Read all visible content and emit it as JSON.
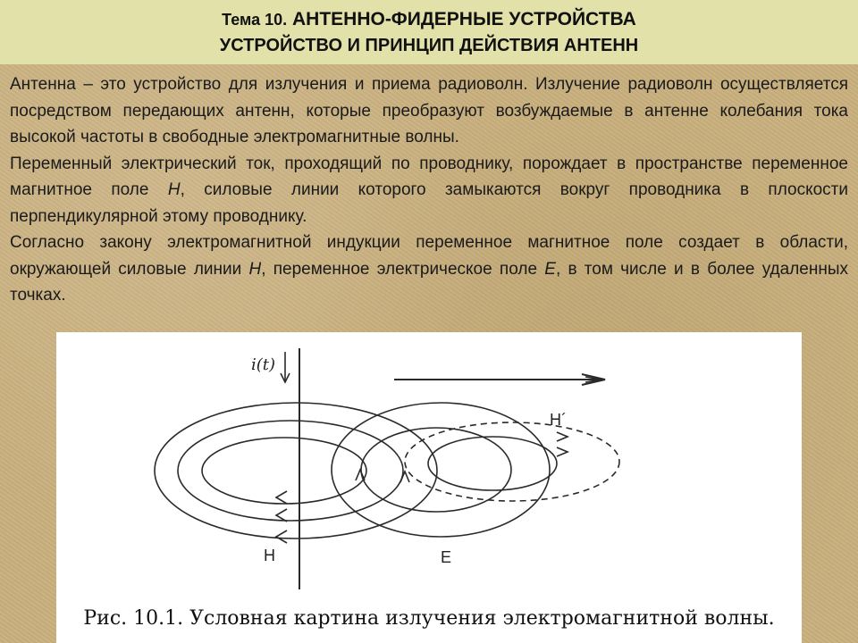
{
  "header": {
    "title_prefix": "Тема 10.",
    "title_main": "АНТЕННО-ФИДЕРНЫЕ УСТРОЙСТВА",
    "subtitle": "УСТРОЙСТВО И ПРИНЦИП ДЕЙСТВИЯ АНТЕНН"
  },
  "body": {
    "p1": "Антенна – это устройство для излучения и приема радиоволн. Излучение радиоволн осуществляется посредством передающих антенн, которые преобразуют возбуждаемые в антенне колебания тока высокой частоты в свободные электромагнитные волны.",
    "p2_a": "Переменный электрический ток, проходящий по проводнику, порождает в пространстве переменное магнитное поле ",
    "p2_h": "Н",
    "p2_b": ", силовые линии которого замыкаются вокруг проводника в плоскости перпендикулярной этому проводнику.",
    "p3_a": "Согласно закону электромагнитной индукции переменное магнитное поле создает в области, окружающей силовые линии ",
    "p3_h": "Н",
    "p3_b": ", переменное электрическое поле ",
    "p3_e": "Е",
    "p3_c": ", в том числе и в более удаленных точках."
  },
  "figure": {
    "label_current": "i(t)",
    "label_H": "H",
    "label_H_prime": "H´",
    "label_E": "E",
    "caption": "Рис. 10.1. Условная картина излучения электромагнитной волны."
  }
}
